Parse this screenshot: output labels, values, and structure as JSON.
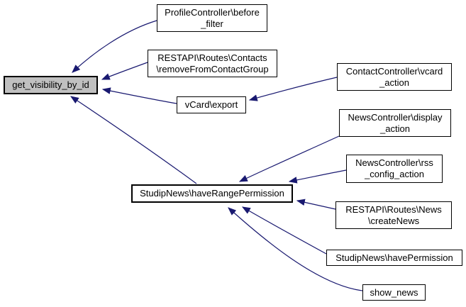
{
  "diagram": {
    "type": "call-graph",
    "description": "Caller graph for function get_visibility_by_id",
    "colors": {
      "edge": "#191970",
      "node_fill": "#ffffff",
      "node_border": "#000000",
      "highlight_fill": "#c0c0c0",
      "background": "#ffffff"
    },
    "nodes": {
      "get_visibility_by_id": {
        "label": "get_visibility_by_id",
        "highlighted": true
      },
      "profile_before_filter": {
        "label": "ProfileController\\before\n_filter",
        "highlighted": false
      },
      "restapi_contacts_remove": {
        "label": "RESTAPI\\Routes\\Contacts\n\\removeFromContactGroup",
        "highlighted": false
      },
      "vcard_export": {
        "label": "vCard\\export",
        "highlighted": false
      },
      "contact_vcard_action": {
        "label": "ContactController\\vcard\n_action",
        "highlighted": false
      },
      "news_display_action": {
        "label": "NewsController\\display\n_action",
        "highlighted": false
      },
      "news_rss_config_action": {
        "label": "NewsController\\rss\n_config_action",
        "highlighted": false
      },
      "studipnews_haverangepermission": {
        "label": "StudipNews\\haveRangePermission",
        "highlighted": false
      },
      "restapi_news_createnews": {
        "label": "RESTAPI\\Routes\\News\n\\createNews",
        "highlighted": false
      },
      "studipnews_havepermission": {
        "label": "StudipNews\\havePermission",
        "highlighted": false
      },
      "show_news": {
        "label": "show_news",
        "highlighted": false
      }
    },
    "edges": [
      {
        "from": "ProfileController\\before_filter",
        "to": "get_visibility_by_id"
      },
      {
        "from": "RESTAPI\\Routes\\Contacts\\removeFromContactGroup",
        "to": "get_visibility_by_id"
      },
      {
        "from": "vCard\\export",
        "to": "get_visibility_by_id"
      },
      {
        "from": "StudipNews\\haveRangePermission",
        "to": "get_visibility_by_id"
      },
      {
        "from": "ContactController\\vcard_action",
        "to": "vCard\\export"
      },
      {
        "from": "NewsController\\display_action",
        "to": "StudipNews\\haveRangePermission"
      },
      {
        "from": "NewsController\\rss_config_action",
        "to": "StudipNews\\haveRangePermission"
      },
      {
        "from": "RESTAPI\\Routes\\News\\createNews",
        "to": "StudipNews\\haveRangePermission"
      },
      {
        "from": "StudipNews\\havePermission",
        "to": "StudipNews\\haveRangePermission"
      },
      {
        "from": "show_news",
        "to": "StudipNews\\haveRangePermission"
      }
    ]
  }
}
